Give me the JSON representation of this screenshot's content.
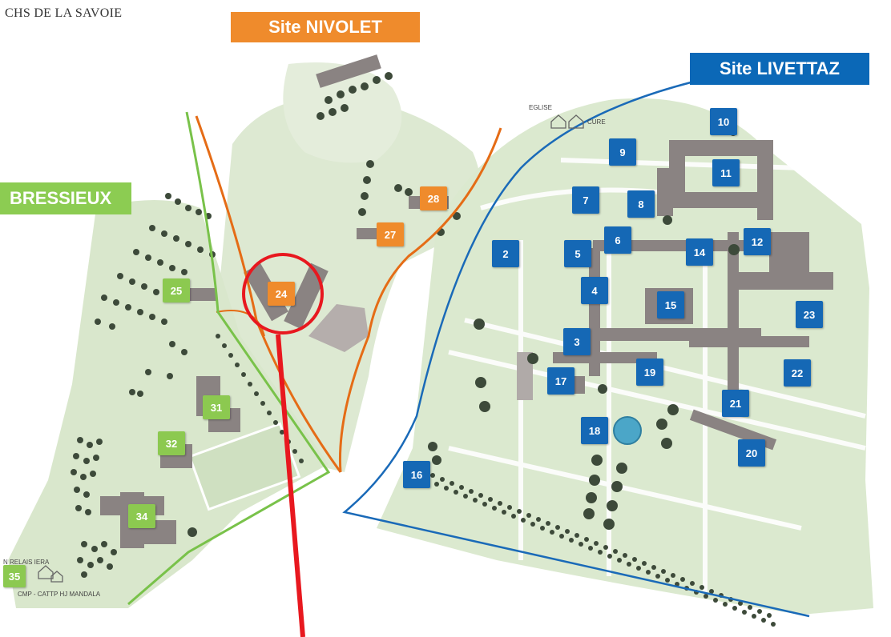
{
  "header": {
    "title": "CHS DE LA SAVOIE"
  },
  "sites": {
    "nivolet": "Site NIVOLET",
    "livettaz": "Site LIVETTAZ",
    "bressieux": "BRESSIEUX"
  },
  "landmarks": {
    "eglise": "EGLISE",
    "cure": "CURE",
    "relais": "N RELAIS IERA",
    "cmp": "CMP - CATTP HJ MANDALA"
  },
  "buildings": {
    "livettaz": [
      "10",
      "9",
      "11",
      "7",
      "8",
      "2",
      "5",
      "6",
      "14",
      "12",
      "4",
      "15",
      "23",
      "3",
      "19",
      "22",
      "17",
      "21",
      "18",
      "20",
      "16"
    ],
    "nivolet": [
      "28",
      "27",
      "24"
    ],
    "bressieux": [
      "25",
      "31",
      "32",
      "34",
      "35"
    ]
  },
  "colors": {
    "livettaz": "#1568b5",
    "nivolet": "#ef8b2c",
    "bressieux": "#8cc950",
    "highlight": "#e8181f"
  },
  "highlight": {
    "building": "24"
  }
}
